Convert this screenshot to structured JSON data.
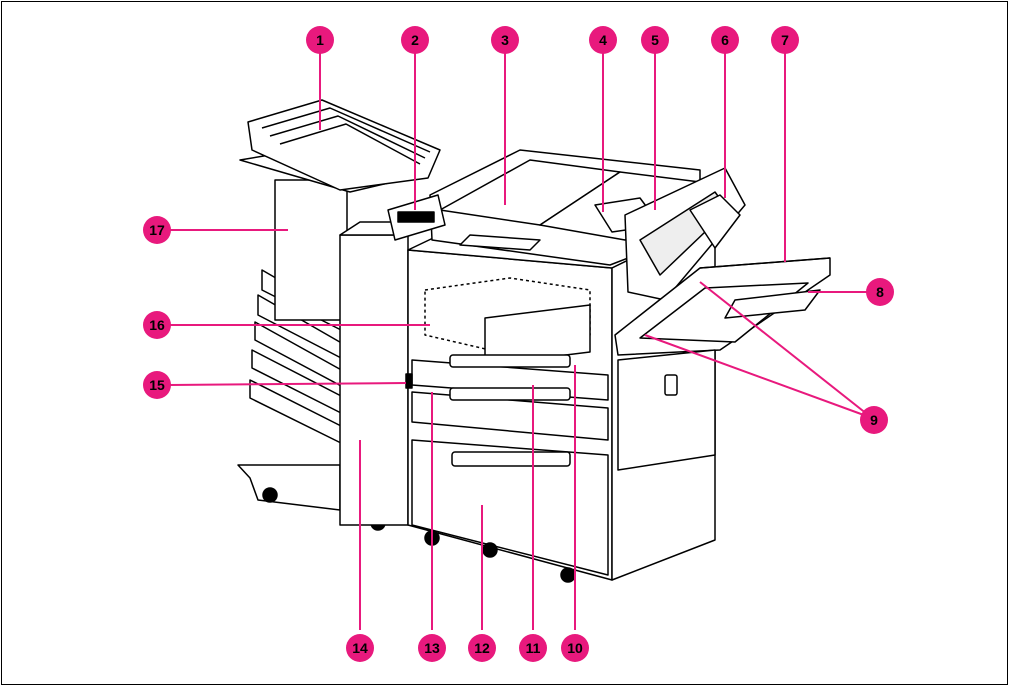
{
  "figure": {
    "callout_color": "#e8197d",
    "line_color": "#e8197d",
    "callouts": [
      {
        "label": "1"
      },
      {
        "label": "2"
      },
      {
        "label": "3"
      },
      {
        "label": "4"
      },
      {
        "label": "5"
      },
      {
        "label": "6"
      },
      {
        "label": "7"
      },
      {
        "label": "8"
      },
      {
        "label": "9"
      },
      {
        "label": "10"
      },
      {
        "label": "11"
      },
      {
        "label": "12"
      },
      {
        "label": "13"
      },
      {
        "label": "14"
      },
      {
        "label": "15"
      },
      {
        "label": "16"
      },
      {
        "label": "17"
      }
    ]
  }
}
